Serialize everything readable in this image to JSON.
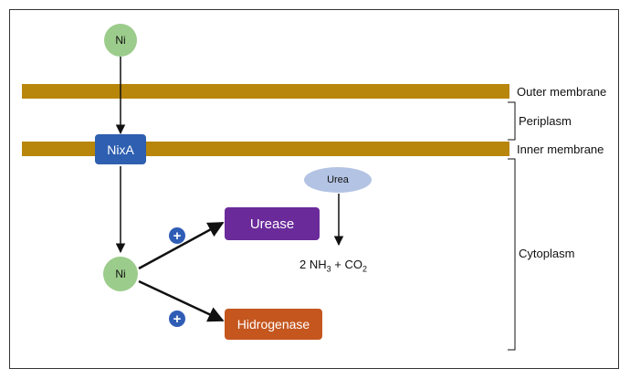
{
  "nodes": {
    "ni_top": "Ni",
    "ni_bottom": "Ni",
    "nixa": "NixA",
    "urea": "Urea",
    "urease": "Urease",
    "hydrogenase": "Hidrogenase"
  },
  "reaction": {
    "coef": "2 NH",
    "sub1": "3",
    "mid": " + CO",
    "sub2": "2"
  },
  "regions": {
    "outer_membrane": "Outer membrane",
    "periplasm": "Periplasm",
    "inner_membrane": "Inner membrane",
    "cytoplasm": "Cytoplasm"
  },
  "markers": {
    "plus_urease": "+",
    "plus_hydrogenase": "+"
  },
  "colors": {
    "membrane": "#b8860b",
    "ni_circle": "#9ccc8c",
    "nixa_box": "#2e5fb0",
    "urease_box": "#6a2a9a",
    "hydrogenase_box": "#c4561e",
    "urea_ellipse": "#b3c3e3",
    "plus_badge": "#2f5db6"
  }
}
